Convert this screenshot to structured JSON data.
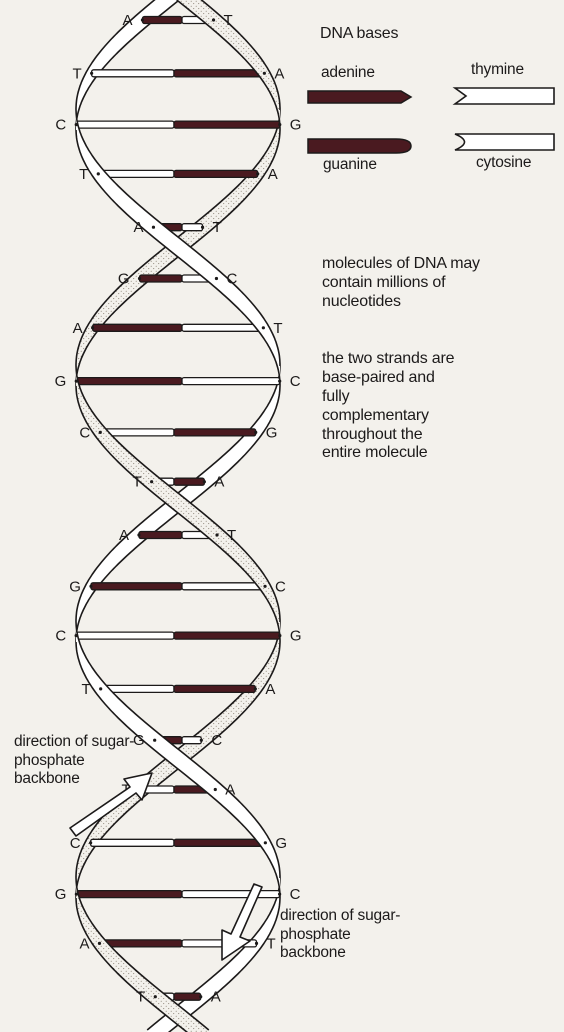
{
  "legend": {
    "title": "DNA bases",
    "adenine": "adenine",
    "thymine": "thymine",
    "guanine": "guanine",
    "cytosine": "cytosine"
  },
  "notes": {
    "molecules": "molecules of DNA may contain millions of nucleotides",
    "complementary": "the two strands are base-paired and fully complementary throughout the entire molecule"
  },
  "direction_label": "direction of sugar-phosphate backbone",
  "colors": {
    "background": "#f3f1ec",
    "purine": "#4a1a20",
    "pyrimidine": "#ffffff",
    "outline": "#1c1a1a",
    "stipple": "#8c8478"
  },
  "base_pairs": [
    {
      "left": "A",
      "right": "T"
    },
    {
      "left": "T",
      "right": "A"
    },
    {
      "left": "C",
      "right": "G"
    },
    {
      "left": "T",
      "right": "A"
    },
    {
      "left": "A",
      "right": "T"
    },
    {
      "left": "G",
      "right": "C"
    },
    {
      "left": "A",
      "right": "T"
    },
    {
      "left": "G",
      "right": "C"
    },
    {
      "left": "C",
      "right": "G"
    },
    {
      "left": "T",
      "right": "A"
    },
    {
      "left": "A",
      "right": "T"
    },
    {
      "left": "G",
      "right": "C"
    },
    {
      "left": "C",
      "right": "G"
    },
    {
      "left": "T",
      "right": "A"
    },
    {
      "left": "G",
      "right": "C"
    },
    {
      "left": "T",
      "right": "A"
    },
    {
      "left": "C",
      "right": "G"
    },
    {
      "left": "G",
      "right": "C"
    },
    {
      "left": "A",
      "right": "T"
    },
    {
      "left": "T",
      "right": "A"
    }
  ]
}
